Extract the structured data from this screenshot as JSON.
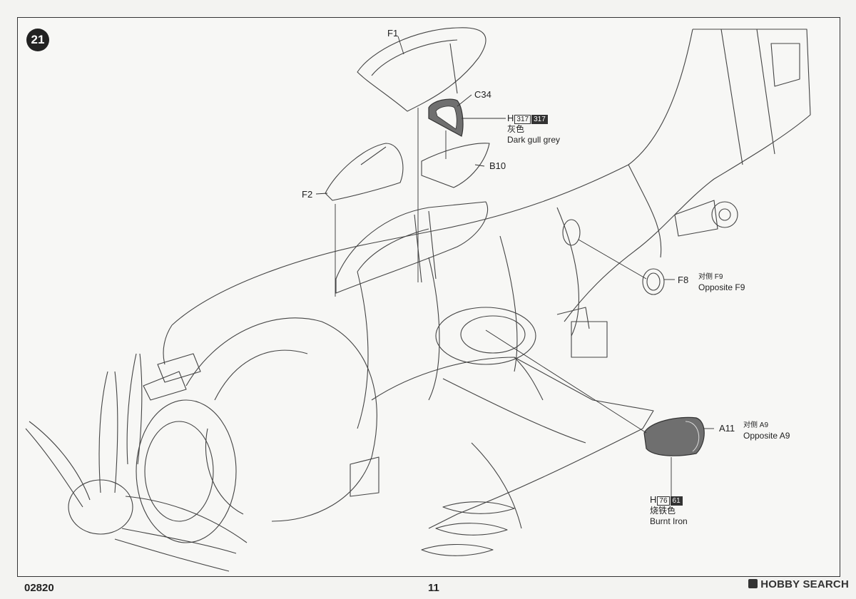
{
  "step": {
    "number": "21"
  },
  "parts": {
    "f1": "F1",
    "c34": "C34",
    "b10": "B10",
    "f2": "F2",
    "f8": "F8",
    "a11": "A11"
  },
  "paint_callouts": {
    "dark_gull_grey": {
      "prefix": "H",
      "code_a": "317",
      "code_b": "317",
      "cn": "灰色",
      "en": "Dark gull grey"
    },
    "burnt_iron": {
      "prefix": "H",
      "code_a": "76",
      "code_b": "61",
      "cn": "烧铁色",
      "en": "Burnt Iron"
    }
  },
  "opposite_notes": {
    "f9": {
      "cn": "对侧 F9",
      "en": "Opposite F9"
    },
    "a9": {
      "cn": "对侧 A9",
      "en": "Opposite A9"
    }
  },
  "footer": {
    "product_code": "02820",
    "page_number": "11"
  },
  "watermark": "HOBBY SEARCH",
  "colors": {
    "page": "#f3f3f1",
    "line": "#444444",
    "part_grey": "#6f6f6f",
    "badge": "#222222"
  }
}
